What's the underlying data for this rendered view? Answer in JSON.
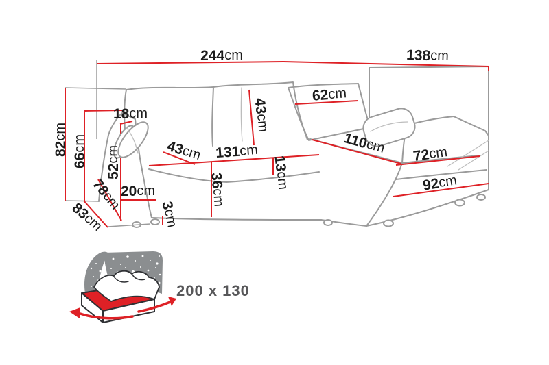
{
  "colors": {
    "dimension_red": "#de2126",
    "outline_gray": "#9b9b9b",
    "label_ink": "#1c1c1c",
    "icon_gray": "#8b8e90",
    "icon_outline": "#2f3134",
    "icon_text_gray": "#58585a"
  },
  "diagram": {
    "labels": [
      {
        "num": "244",
        "unit": "cm"
      },
      {
        "num": "138",
        "unit": "cm"
      },
      {
        "num": "82",
        "unit": "cm"
      },
      {
        "num": "66",
        "unit": "cm"
      },
      {
        "num": "18",
        "unit": "cm"
      },
      {
        "num": "43",
        "unit": "cm"
      },
      {
        "num": "62",
        "unit": "cm"
      },
      {
        "num": "43",
        "unit": "cm"
      },
      {
        "num": "131",
        "unit": "cm"
      },
      {
        "num": "110",
        "unit": "cm"
      },
      {
        "num": "72",
        "unit": "cm"
      },
      {
        "num": "92",
        "unit": "cm"
      },
      {
        "num": "13",
        "unit": "cm"
      },
      {
        "num": "36",
        "unit": "cm"
      },
      {
        "num": "52",
        "unit": "cm"
      },
      {
        "num": "20",
        "unit": "cm"
      },
      {
        "num": "3",
        "unit": "cm"
      },
      {
        "num": "78",
        "unit": "cm"
      },
      {
        "num": "83",
        "unit": "cm"
      }
    ]
  },
  "bed_icon": {
    "size_label": "200 x 130"
  }
}
